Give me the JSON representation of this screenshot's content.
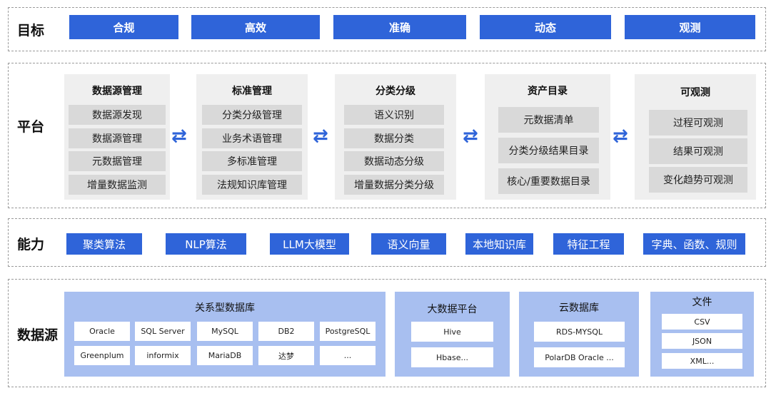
{
  "goals": {
    "label": "目标",
    "items": [
      "合规",
      "高效",
      "准确",
      "动态",
      "观测"
    ]
  },
  "platform": {
    "label": "平台",
    "arrow": "⇄",
    "panels": [
      {
        "title": "数据源管理",
        "items": [
          "数据源发现",
          "数据源管理",
          "元数据管理",
          "增量数据监测"
        ]
      },
      {
        "title": "标准管理",
        "items": [
          "分类分级管理",
          "业务术语管理",
          "多标准管理",
          "法规知识库管理"
        ]
      },
      {
        "title": "分类分级",
        "items": [
          "语义识别",
          "数据分类",
          "数据动态分级",
          "增量数据分类分级"
        ]
      },
      {
        "title": "资产目录",
        "items": [
          "元数据清单",
          "分类分级结果目录",
          "核心/重要数据目录"
        ]
      },
      {
        "title": "可观测",
        "items": [
          "过程可观测",
          "结果可观测",
          "变化趋势可观测"
        ]
      }
    ]
  },
  "capability": {
    "label": "能力",
    "items": [
      "聚类算法",
      "NLP算法",
      "LLM大模型",
      "语义向量",
      "本地知识库",
      "特征工程",
      "字典、函数、规则"
    ]
  },
  "datasource": {
    "label": "数据源",
    "relational": {
      "title": "关系型数据库",
      "items": [
        "Oracle",
        "SQL Server",
        "MySQL",
        "DB2",
        "PostgreSQL",
        "Greenplum",
        "informix",
        "MariaDB",
        "达梦",
        "..."
      ]
    },
    "bigdata": {
      "title": "大数据平台",
      "items": [
        "Hive",
        "Hbase..."
      ]
    },
    "cloud": {
      "title": "云数据库",
      "items": [
        "RDS-MYSQL",
        "PolarDB Oracle ..."
      ]
    },
    "files": {
      "title": "文件",
      "items": [
        "CSV",
        "JSON",
        "XML..."
      ]
    }
  },
  "colors": {
    "accent": "#2f64d9",
    "panel_gray": "#efefef",
    "item_gray": "#d9d9d9",
    "source_blue": "#a8bff0"
  }
}
